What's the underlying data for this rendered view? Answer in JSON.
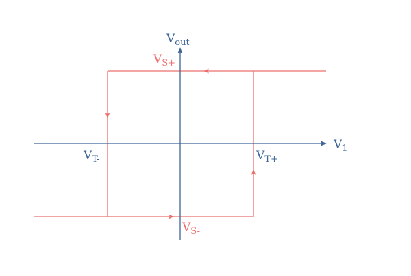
{
  "colors": {
    "axis": "#3e6497",
    "curve": "#ec6f6c"
  },
  "labels": {
    "y_axis": {
      "main": "V",
      "sub": "out"
    },
    "x_axis": {
      "main": "V",
      "sub": "1"
    },
    "vs_plus": {
      "main": "V",
      "sub": "S+"
    },
    "vs_minus": {
      "main": "V",
      "sub": "S-"
    },
    "vt_plus": {
      "main": "V",
      "sub": "T+"
    },
    "vt_minus": {
      "main": "V",
      "sub": "T-"
    }
  }
}
